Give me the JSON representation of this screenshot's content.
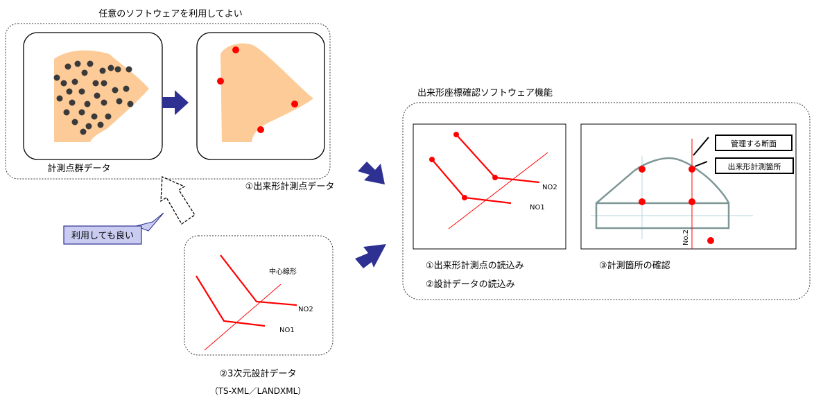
{
  "left_group": {
    "title": "任意のソフトウェアを利用してよい",
    "caption": "計測点群データ"
  },
  "measured_points_label": "①出来形計測点データ",
  "callout_label": "利用しても良い",
  "design_panel": {
    "centerline_label": "中心線形",
    "no2_label": "NO2",
    "no1_label": "NO1",
    "caption": "②3次元設計データ",
    "format": "（TS-XML／LANDXML）"
  },
  "software_group": {
    "title": "出来形座標確認ソフトウェア機能",
    "plan_view": {
      "no2_label": "NO2",
      "no1_label": "NO1"
    },
    "section_view": {
      "station_label": "No.2",
      "tag_managed": "管理する断面",
      "tag_measured": "出来形計測箇所"
    },
    "step1": "①出来形計測点の読込み",
    "step2": "②設計データの読込み",
    "step3": "③計測箇所の確認"
  },
  "colors": {
    "point_cloud_fill": "#fdcb98",
    "dark_point": "#3a3a3a",
    "red": "#ff0000",
    "arrow_blue": "#2e3192",
    "section_line": "#7f9797",
    "guide_line": "#b4d4dc",
    "callout_fill": "#c9ccf0",
    "callout_stroke": "#2e3192"
  },
  "icons": [
    "right-arrow-icon",
    "hollow-up-arrow-icon"
  ]
}
